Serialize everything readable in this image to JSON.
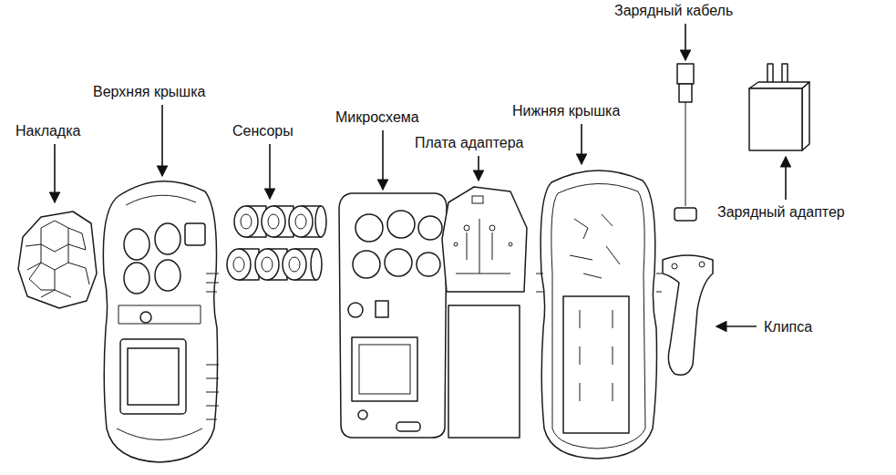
{
  "diagram": {
    "labels": [
      "Накладка",
      "Верхняя крышка",
      "Сенсоры",
      "Микросхема",
      "Плата адаптера",
      "Нижняя крышка",
      "Зарядный кабель",
      "Зарядный адаптер",
      "Клипса"
    ]
  }
}
